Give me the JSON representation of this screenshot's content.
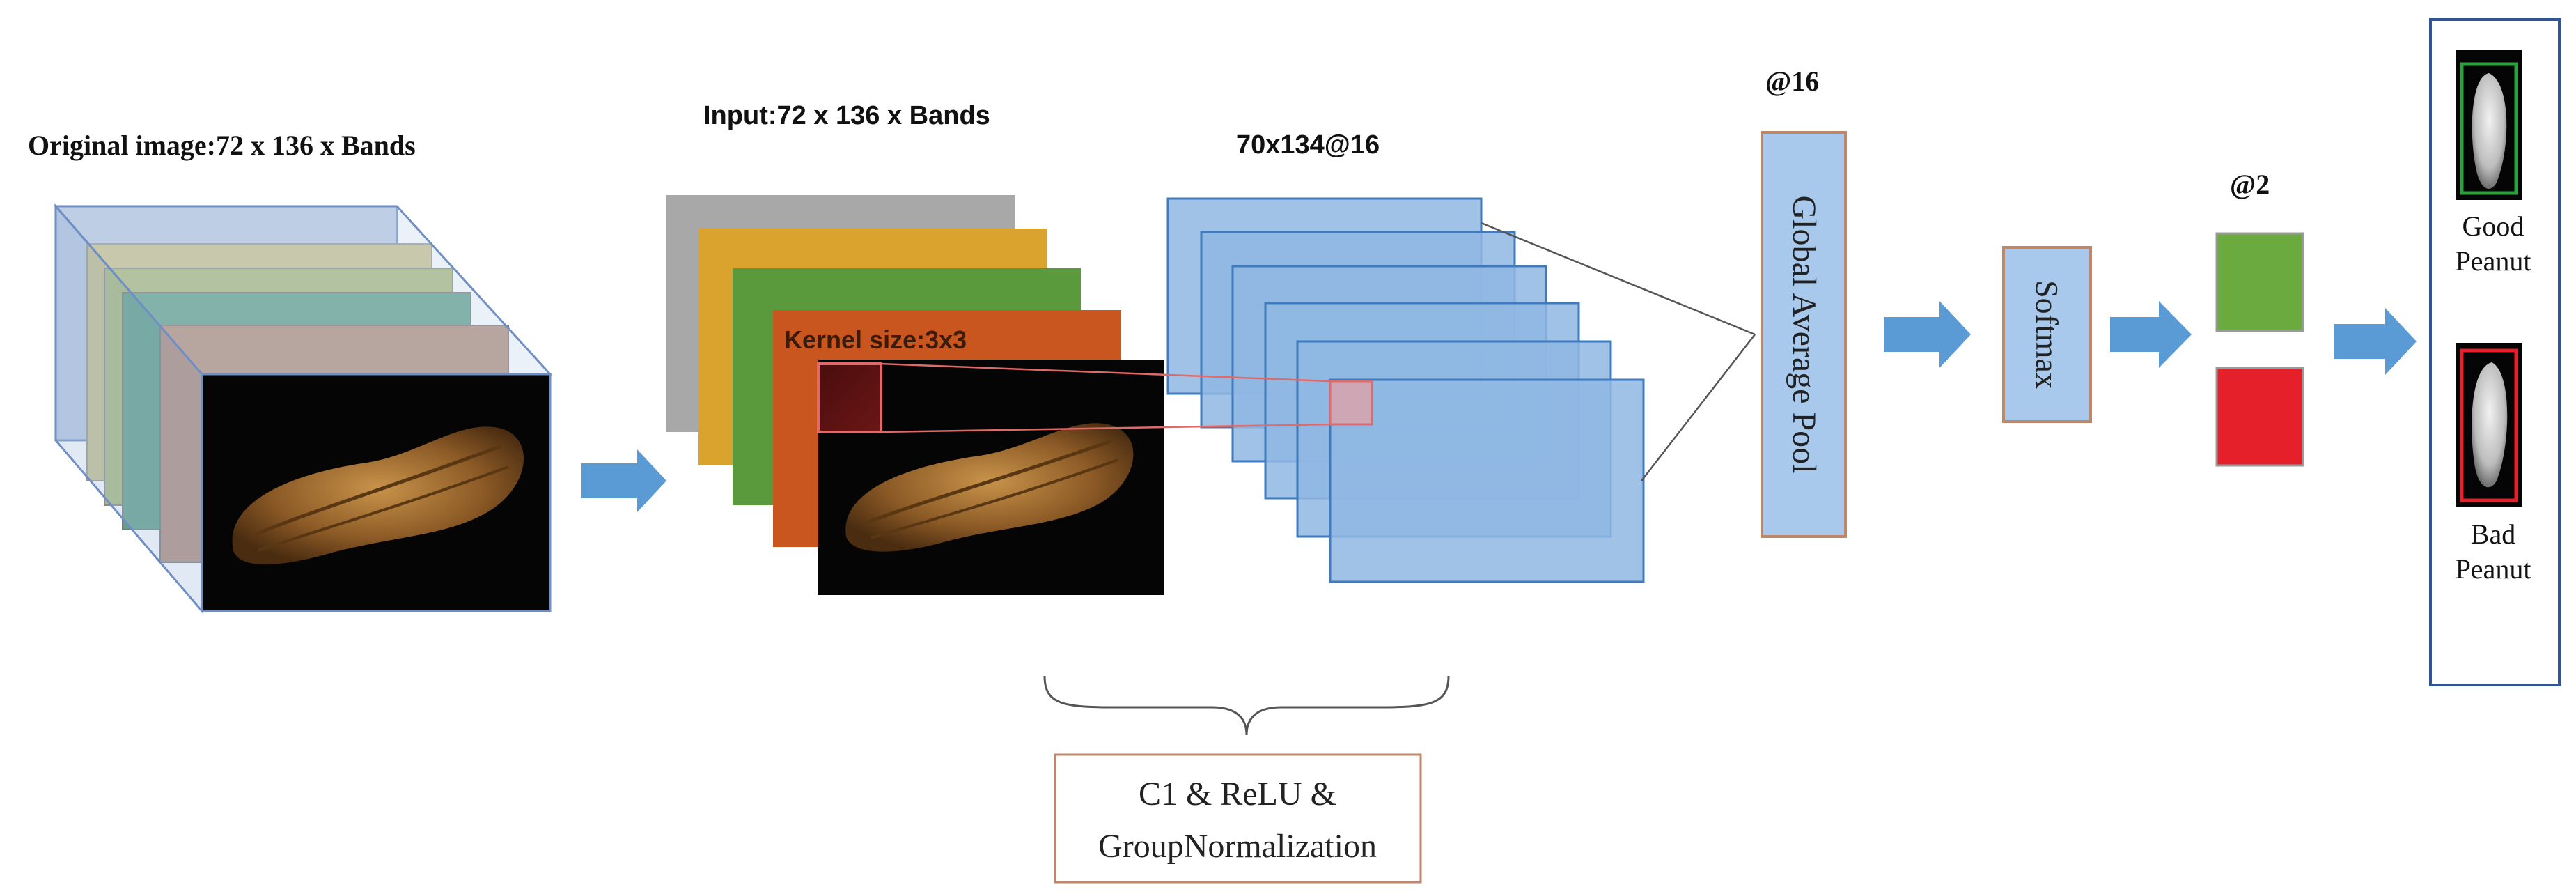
{
  "labels": {
    "original_image": "Original image:72  x 136 x Bands",
    "input": "Input:72 x 136 x Bands",
    "kernel": "Kernel size:3x3",
    "feature_maps": "70x134@16",
    "gap_channels": "@16",
    "gap": "Global Average Pool",
    "softmax": "Softmax",
    "output_channels": "@2",
    "good_line1": "Good",
    "good_line2": "Peanut",
    "bad_line1": "Bad",
    "bad_line2": "Peanut",
    "conv_line1": "C1 & ReLU &",
    "conv_line2": "GroupNormalization"
  },
  "colors": {
    "band_gray": "#a8a8a8",
    "band_yellow": "#d9a32e",
    "band_green": "#5a9a3c",
    "band_orange": "#c9561f",
    "feature_map": "#8fb7e3",
    "feature_map_border": "#3f7bbf",
    "arrow": "#5b9bd5",
    "box_fill": "#a9c9ec",
    "box_border": "#c0866a",
    "class_good": "#6aaa3f",
    "class_bad": "#e5202a",
    "kernel_highlight": "#e06a6a"
  }
}
